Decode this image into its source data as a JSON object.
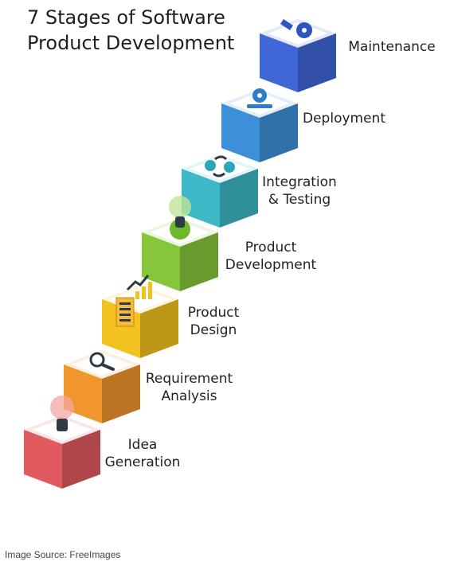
{
  "title": {
    "line1": "7 Stages of Software",
    "line2": "Product Development"
  },
  "stages": [
    {
      "name": "idea-generation",
      "label": [
        "Idea",
        "Generation"
      ],
      "color": "#e05a5f",
      "icon": "lightbulb-icon"
    },
    {
      "name": "requirement-analysis",
      "label": [
        "Requirement",
        "Analysis"
      ],
      "color": "#f0962d",
      "icon": "magnifier-icon"
    },
    {
      "name": "product-design",
      "label": [
        "Product",
        "Design"
      ],
      "color": "#f2c21f",
      "icon": "checklist-chart-icon"
    },
    {
      "name": "product-development",
      "label": [
        "Product",
        "Development"
      ],
      "color": "#86c63a",
      "icon": "gear-bulb-icon"
    },
    {
      "name": "integration-testing",
      "label": [
        "Integration",
        "& Testing"
      ],
      "color": "#3cb8c6",
      "icon": "gears-cycle-icon"
    },
    {
      "name": "deployment",
      "label": [
        "Deployment"
      ],
      "color": "#3d8fd8",
      "icon": "eye-gear-icon"
    },
    {
      "name": "maintenance",
      "label": [
        "Maintenance"
      ],
      "color": "#3f67d6",
      "icon": "wrench-gear-icon"
    }
  ],
  "credit": "Image Source: FreeImages"
}
